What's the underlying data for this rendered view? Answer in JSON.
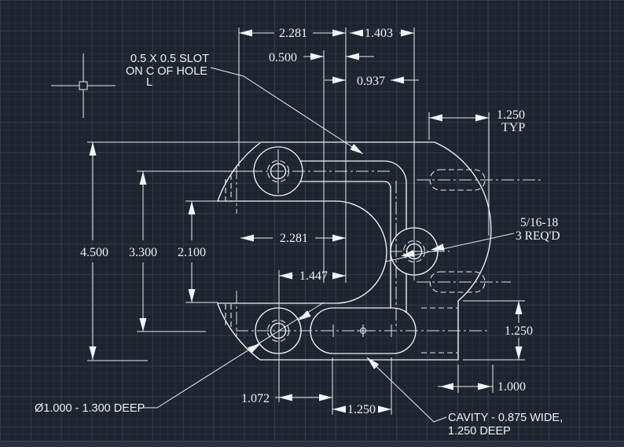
{
  "app": {
    "view": "cad-drawing-canvas"
  },
  "colors": {
    "background": "#1e242e",
    "line": "#f2f4f7",
    "grid_minor": "#262d39",
    "grid_major": "#323b4a"
  },
  "notes": {
    "slot_line1": "0.5 X 0.5 SLOT",
    "slot_line2": "ON C OF HOLE",
    "slot_centerline_mark": "L",
    "tap_line1": "5/16-18",
    "tap_line2": "3 REQ'D",
    "counterbore": "Ø1.000 - 1.300 DEEP",
    "cavity_line1": "CAVITY - 0.875 WIDE,",
    "cavity_line2": "1.250 DEEP"
  },
  "dimensions": {
    "top_width_left": "2.281",
    "top_width_right": "1.403",
    "top_offset_small": "0.500",
    "top_offset_mid": "0.937",
    "left_height_outer": "4.500",
    "left_height_mid": "3.300",
    "left_height_inner": "2.100",
    "mid_width": "2.281",
    "mid_width_small": "1.447",
    "right_top_width": "1.250",
    "right_top_suffix": "TYP",
    "right_side_height": "1.250",
    "right_bottom_width": "1.000",
    "bottom_left_width": "1.072",
    "bottom_mid_width": "1.250"
  },
  "cursor": {
    "type": "crosshair-with-pickbox"
  }
}
